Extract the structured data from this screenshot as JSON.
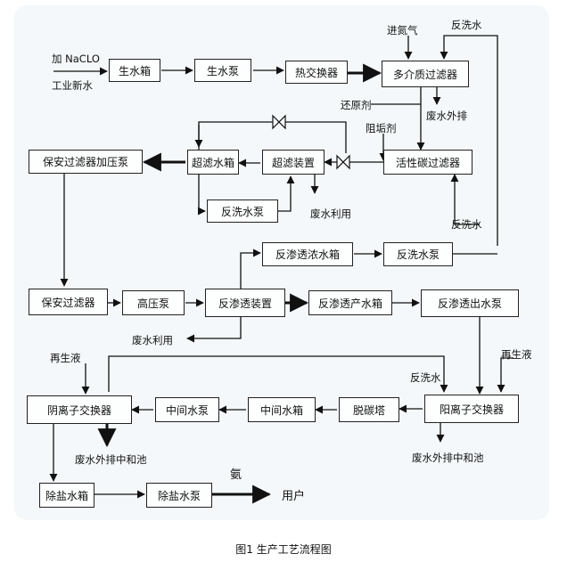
{
  "nodes": {
    "raw_tank": "生水箱",
    "raw_pump": "生水泵",
    "heat_exchanger": "热交换器",
    "multimedia_filter": "多介质过滤器",
    "carbon_filter": "活性碳过滤器",
    "uf_device": "超滤装置",
    "uf_tank": "超滤水箱",
    "backwash_pump_uf": "反洗水泵",
    "security_filter_pump": "保安过滤器加压泵",
    "ro_conc_tank": "反渗透浓水箱",
    "backwash_pump_ro": "反洗水泵",
    "security_filter": "保安过滤器",
    "high_pressure_pump": "高压泵",
    "ro_device": "反渗透装置",
    "ro_product_tank": "反渗透产水箱",
    "ro_out_pump": "反渗透出水泵",
    "anion_exchanger": "阴离子交换器",
    "mid_pump": "中间水泵",
    "mid_tank": "中间水箱",
    "decarb_tower": "脱碳塔",
    "cation_exchanger": "阳离子交换器",
    "demin_tank": "除盐水箱",
    "demin_pump": "除盐水泵"
  },
  "labels": {
    "add_naclo": "加 NaCLO",
    "industrial_water": "工业新水",
    "nitrogen_in": "进氮气",
    "backwash_top": "反洗水",
    "reducer": "还原剂",
    "waste_out": "废水外排",
    "antiscalant": "阻垢剂",
    "waste_reuse_uf": "废水利用",
    "backwash_carbon": "反洗水",
    "waste_reuse_ro": "废水利用",
    "regen_left": "再生液",
    "regen_right": "再生液",
    "backwash_cation": "反洗水",
    "waste_neutral_left": "废水外排中和池",
    "waste_neutral_right": "废水外排中和池",
    "ammonia": "氨",
    "user": "用户"
  },
  "caption": "图1   生产工艺流程图"
}
